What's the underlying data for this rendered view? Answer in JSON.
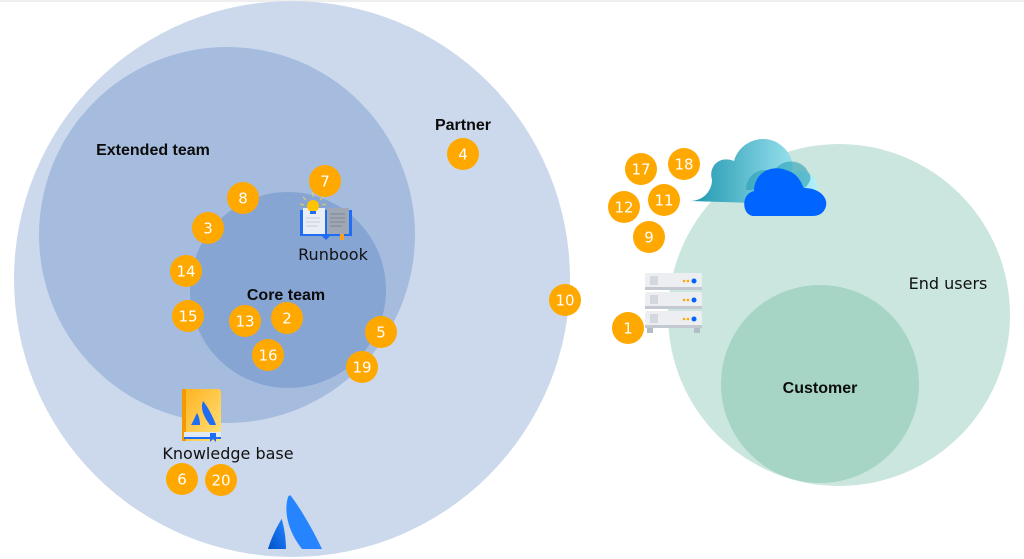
{
  "colors": {
    "outer_circle": "#ccd9ec",
    "extended_circle": "#a5bcde",
    "core_circle": "#87a5d3",
    "end_users_circle": "#cbe6de",
    "customer_circle": "#a6d5c6",
    "badge": "#ffa800",
    "logo_blue": "#2684ff",
    "cloud_blue": "#0065ff",
    "cloud_teal": "#2aa6bd"
  },
  "groups": {
    "partner": "Partner",
    "extended_team": "Extended team",
    "core_team": "Core team",
    "end_users": "End users",
    "customer": "Customer"
  },
  "resources": {
    "runbook": "Runbook",
    "knowledge_base": "Knowledge base"
  },
  "badges": [
    {
      "id": "badge-1",
      "number": "1",
      "zone": "server"
    },
    {
      "id": "badge-2",
      "number": "2",
      "zone": "core-team"
    },
    {
      "id": "badge-3",
      "number": "3",
      "zone": "extended-team"
    },
    {
      "id": "badge-4",
      "number": "4",
      "zone": "partner"
    },
    {
      "id": "badge-5",
      "number": "5",
      "zone": "extended-team"
    },
    {
      "id": "badge-6",
      "number": "6",
      "zone": "knowledge-base"
    },
    {
      "id": "badge-7",
      "number": "7",
      "zone": "runbook"
    },
    {
      "id": "badge-8",
      "number": "8",
      "zone": "extended-team"
    },
    {
      "id": "badge-9",
      "number": "9",
      "zone": "cloud"
    },
    {
      "id": "badge-10",
      "number": "10",
      "zone": "partner-edge"
    },
    {
      "id": "badge-11",
      "number": "11",
      "zone": "cloud"
    },
    {
      "id": "badge-12",
      "number": "12",
      "zone": "cloud"
    },
    {
      "id": "badge-13",
      "number": "13",
      "zone": "core-team"
    },
    {
      "id": "badge-14",
      "number": "14",
      "zone": "extended-team"
    },
    {
      "id": "badge-15",
      "number": "15",
      "zone": "extended-team"
    },
    {
      "id": "badge-16",
      "number": "16",
      "zone": "core-team"
    },
    {
      "id": "badge-17",
      "number": "17",
      "zone": "cloud"
    },
    {
      "id": "badge-18",
      "number": "18",
      "zone": "cloud"
    },
    {
      "id": "badge-19",
      "number": "19",
      "zone": "partner"
    },
    {
      "id": "badge-20",
      "number": "20",
      "zone": "knowledge-base"
    }
  ],
  "icons": {
    "runbook": "open-book-lightbulb-icon",
    "knowledge_base": "closed-book-icon",
    "server": "server-rack-icon",
    "cloud": "cloud-icon",
    "logo": "atlassian-logo-icon"
  }
}
